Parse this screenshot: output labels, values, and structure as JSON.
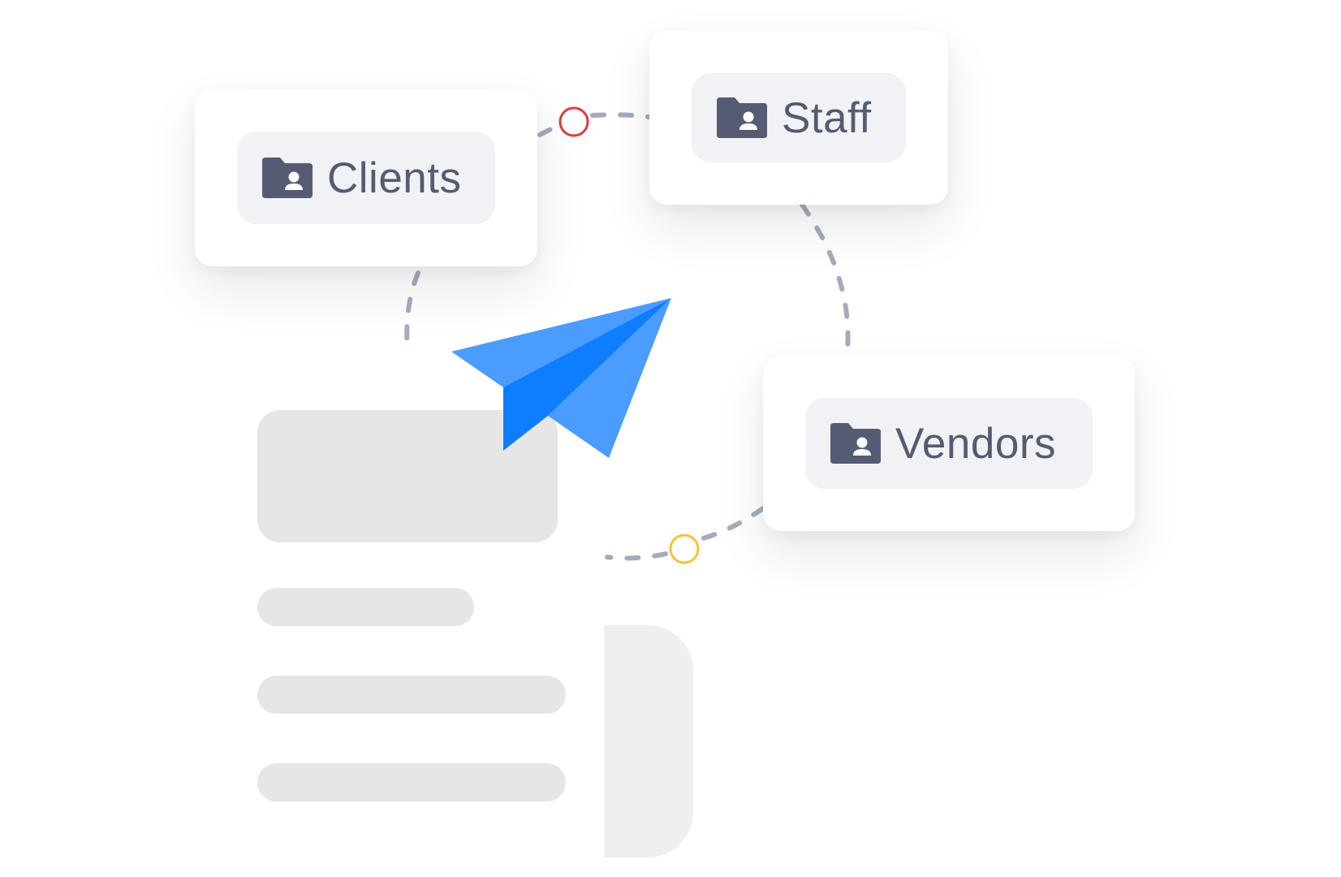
{
  "folders": [
    {
      "label": "Clients",
      "icon": "folder-user-icon"
    },
    {
      "label": "Staff",
      "icon": "folder-user-icon"
    },
    {
      "label": "Vendors",
      "icon": "folder-user-icon"
    }
  ],
  "colors": {
    "chip_bg": "#f1f2f5",
    "chip_text": "#555b73",
    "icon": "#555b73",
    "dashed_line": "#a3acbd",
    "plane_light": "#4a9cff",
    "plane_dark": "#0f7dff",
    "node_red": "#e03b3b",
    "node_yellow": "#f3c333",
    "doc_gray": "#e6e6e6"
  },
  "icons": {
    "plane": "paper-plane-icon",
    "node_red": "connector-node",
    "node_yellow": "connector-node"
  }
}
